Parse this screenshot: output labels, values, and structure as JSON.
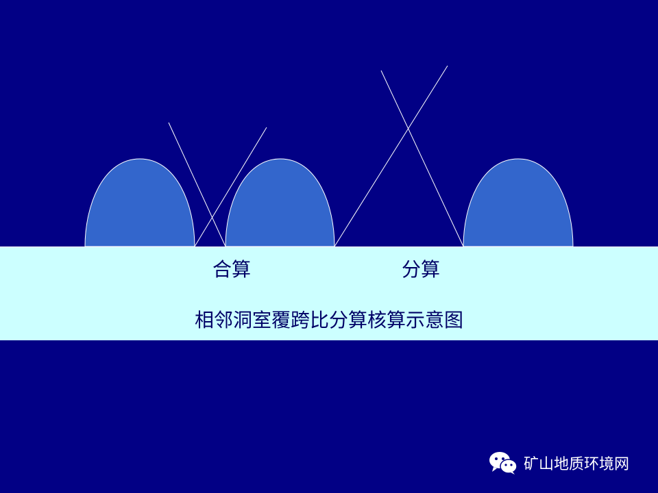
{
  "diagram": {
    "label_merged": "合算",
    "label_separate": "分算",
    "caption": "相邻洞室覆跨比分算核算示意图"
  },
  "watermark": {
    "icon": "wechat-icon",
    "text": "矿山地质环境网"
  },
  "colors": {
    "background": "#020085",
    "band": "#ccffff",
    "cavern_fill": "#3366cc",
    "lines": "#ffffff",
    "text": "#000066"
  }
}
